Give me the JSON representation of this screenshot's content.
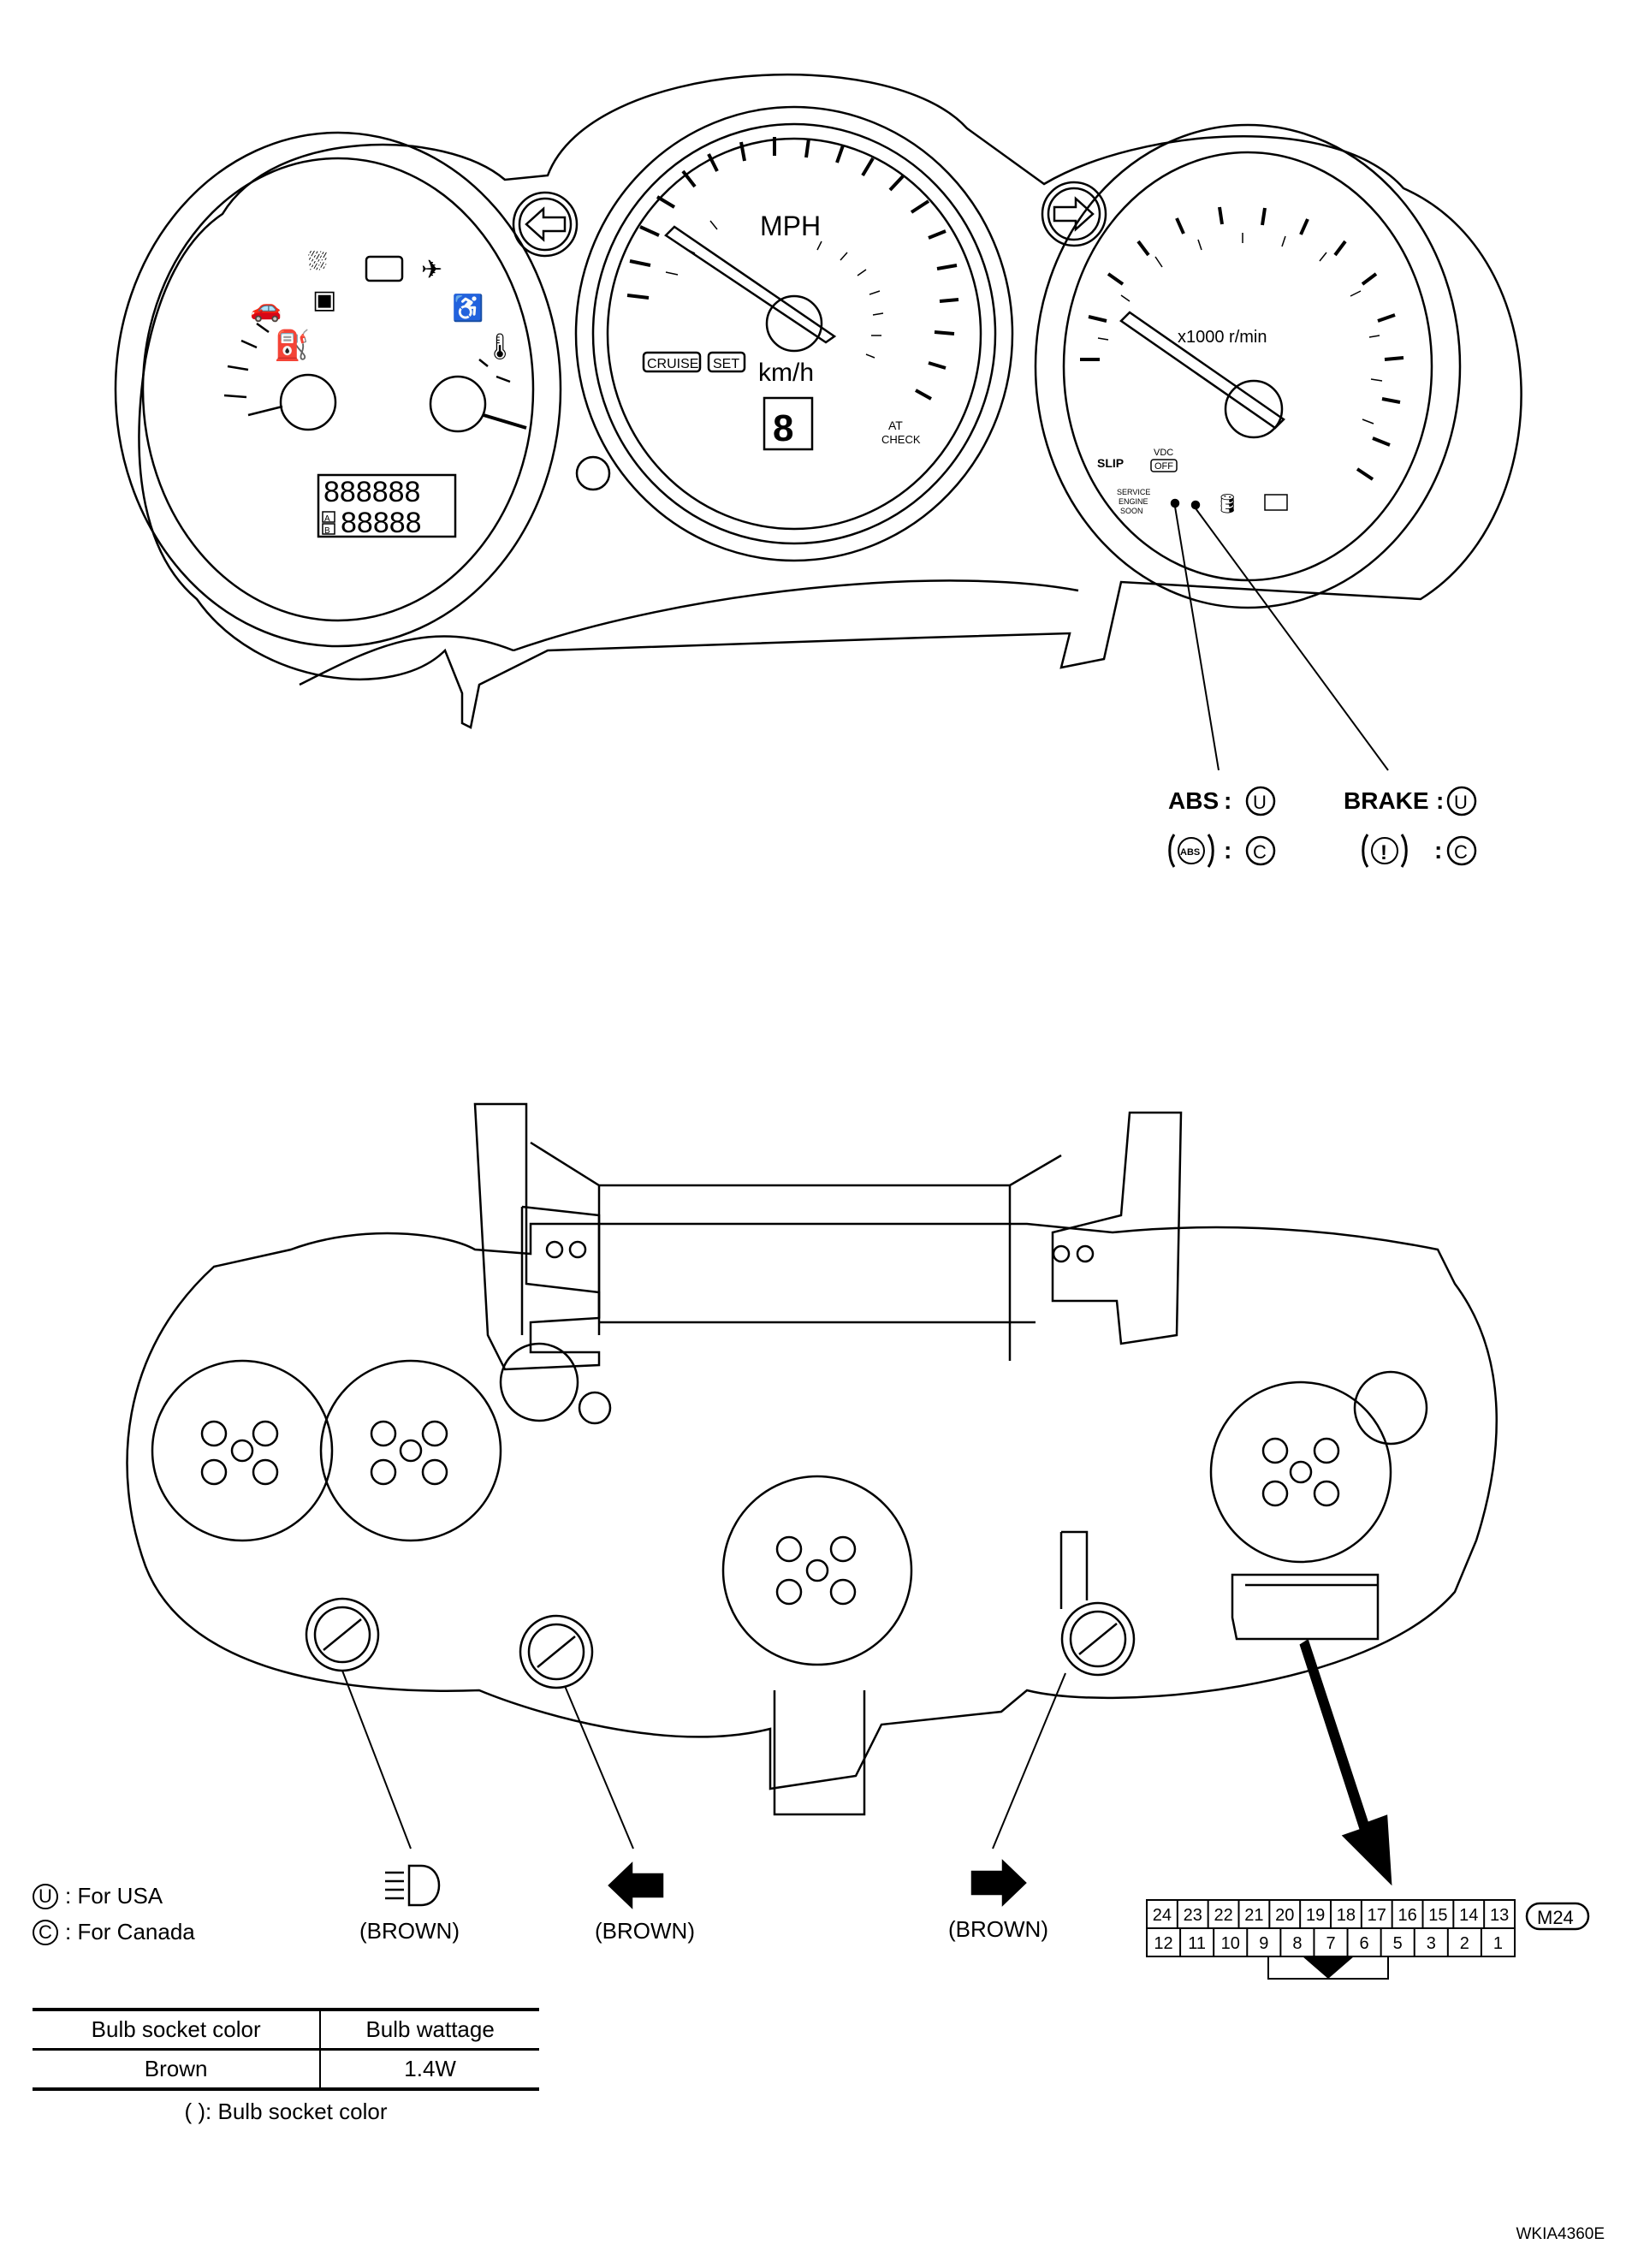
{
  "cluster_front": {
    "speedometer": {
      "unit_top": "MPH",
      "unit_bottom": "km/h",
      "cruise": "CRUISE",
      "set": "SET",
      "at_check_1": "AT",
      "at_check_2": "CHECK"
    },
    "tachometer": {
      "unit": "x1000 r/min",
      "slip": "SLIP",
      "vdc_1": "VDC",
      "vdc_2": "OFF",
      "service_1": "SERVICE",
      "service_2": "ENGINE",
      "service_3": "SOON"
    },
    "odometer": {
      "line1": "888888",
      "line2": "88888",
      "trip_a": "A",
      "trip_b": "B"
    }
  },
  "callouts": {
    "abs_label": "ABS",
    "brake_label": "BRAKE",
    "colon": ":",
    "usa_symbol": "U",
    "canada_symbol": "C",
    "abs_icon": "ABS",
    "brake_icon": "!"
  },
  "rear_labels": {
    "headlamp_socket": "(BROWN)",
    "left_turn_socket": "(BROWN)",
    "right_turn_socket": "(BROWN)",
    "connector": "M24",
    "connector_top_pins": [
      "24",
      "23",
      "22",
      "21",
      "20",
      "19",
      "18",
      "17",
      "16",
      "15",
      "14",
      "13"
    ],
    "connector_bottom_pins": [
      "12",
      "11",
      "10",
      "9",
      "8",
      "7",
      "6",
      "5",
      "3",
      "2",
      "1"
    ]
  },
  "legend": {
    "usa_symbol": "U",
    "usa": ": For USA",
    "canada_symbol": "C",
    "canada": ": For Canada"
  },
  "bulb_table": {
    "headers": [
      "Bulb socket color",
      "Bulb wattage"
    ],
    "row": [
      "Brown",
      "1.4W"
    ],
    "note": "( ): Bulb socket color"
  },
  "figure_code": "WKIA4360E"
}
